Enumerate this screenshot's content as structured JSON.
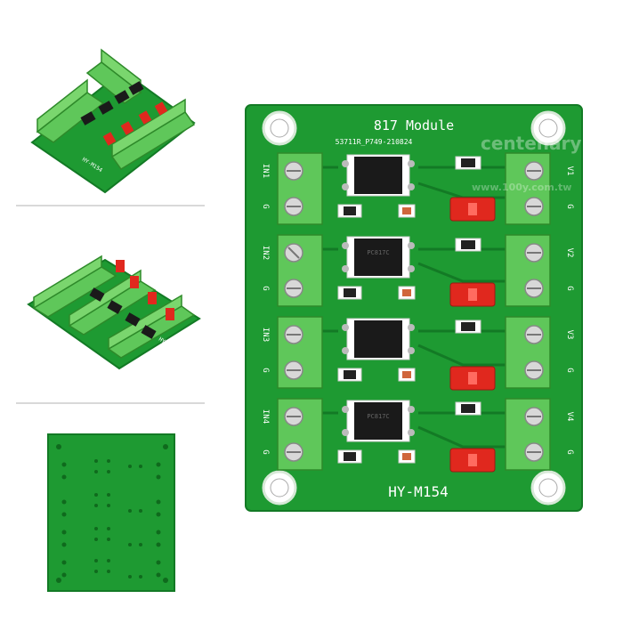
{
  "main_board": {
    "title": "817 Module",
    "serial": "53711R_P749-210824",
    "model": "HY-M154",
    "left_labels": [
      "IN1",
      "G",
      "IN2",
      "G",
      "IN3",
      "G",
      "IN4",
      "G"
    ],
    "right_labels": [
      "V1",
      "G",
      "V2",
      "G",
      "V3",
      "G",
      "V4",
      "G"
    ],
    "chip_text": [
      "PC817C",
      "PC817C"
    ],
    "watermark_top": "centenary",
    "watermark_url": "www.100y.com.tw"
  },
  "thumbnails": {
    "top_model": "HY-M154",
    "middle_model": "HY-M154"
  },
  "colors": {
    "pcb_green": "#1e9a32",
    "pcb_dark": "#137a25",
    "terminal_green": "#5fc75a",
    "jumper_red": "#e0281e",
    "chip_black": "#1a1a1a"
  }
}
